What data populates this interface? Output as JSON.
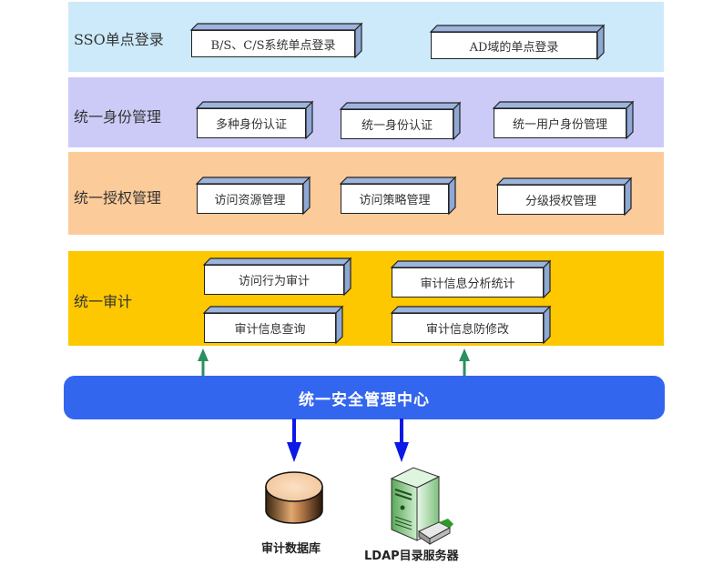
{
  "layers": [
    {
      "id": "sso",
      "label": "SSO单点登录",
      "color": "#cdeafa",
      "items": [
        "B/S、C/S系统单点登录",
        "AD域的单点登录"
      ]
    },
    {
      "id": "identity",
      "label": "统一身份管理",
      "color": "#cccbf8",
      "items": [
        "多种身份认证",
        "统一身份认证",
        "统一用户身份管理"
      ]
    },
    {
      "id": "authorization",
      "label": "统一授权管理",
      "color": "#fccb9a",
      "items": [
        "访问资源管理",
        "访问策略管理",
        "分级授权管理"
      ]
    },
    {
      "id": "audit",
      "label": "统一审计",
      "color": "#fdc800",
      "items": [
        "访问行为审计",
        "审计信息分析统计",
        "审计信息查询",
        "审计信息防修改"
      ]
    }
  ],
  "hub": {
    "label": "统一安全管理中心",
    "color": "#3366ee"
  },
  "arrows": {
    "up_color": "#2a9060",
    "down_color": "#0b18e6"
  },
  "resources": [
    {
      "label": "审计数据库",
      "icon": "database-icon"
    },
    {
      "label": "LDAP目录服务器",
      "icon": "server-icon"
    }
  ]
}
